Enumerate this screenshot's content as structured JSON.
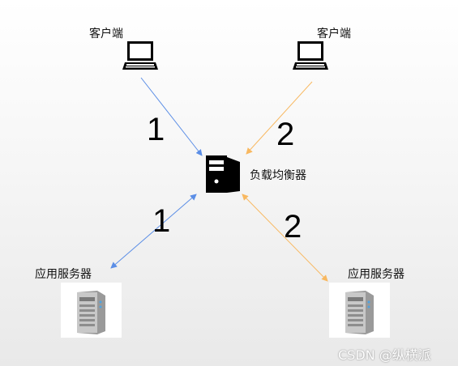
{
  "nodes": {
    "client_left": {
      "label": "客户端",
      "icon": "laptop-icon"
    },
    "client_right": {
      "label": "客户端",
      "icon": "laptop-icon"
    },
    "load_balancer": {
      "label": "负载均衡器",
      "icon": "server-tower-icon"
    },
    "server_left": {
      "label": "应用服务器",
      "icon": "server-icon"
    },
    "server_right": {
      "label": "应用服务器",
      "icon": "server-icon"
    }
  },
  "edges": {
    "client_left_to_lb": {
      "number": "1",
      "color": "#5b8ee6"
    },
    "client_right_to_lb": {
      "number": "2",
      "color": "#f8b860"
    },
    "lb_server_left": {
      "number": "1",
      "color": "#5b8ee6"
    },
    "lb_server_right": {
      "number": "2",
      "color": "#f8b860"
    }
  },
  "watermark": "CSDN @纵横派"
}
